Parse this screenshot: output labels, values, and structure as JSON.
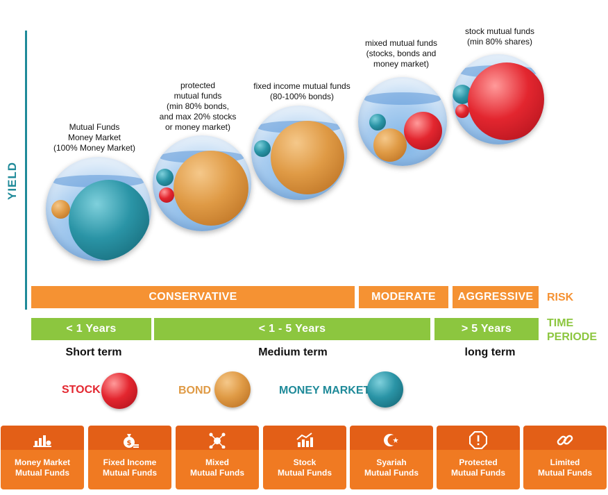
{
  "axis": {
    "y_label": "YIELD"
  },
  "funds": [
    {
      "id": "money-market",
      "label": [
        "Mutual Funds",
        "Money Market",
        "(100% Money Market)"
      ]
    },
    {
      "id": "protected",
      "label": [
        "protected",
        "mutual funds",
        "(min 80% bonds,",
        "and max 20% stocks",
        "or money market)"
      ]
    },
    {
      "id": "fixed-income",
      "label": [
        "fixed income mutual funds",
        "(80-100% bonds)"
      ]
    },
    {
      "id": "mixed",
      "label": [
        "mixed mutual funds",
        "(stocks, bonds and",
        "money market)"
      ]
    },
    {
      "id": "stock",
      "label": [
        "stock mutual funds",
        "(min 80% shares)"
      ]
    }
  ],
  "risk": {
    "label": "RISK",
    "segments": [
      "CONSERVATIVE",
      "MODERATE",
      "AGGRESSIVE"
    ]
  },
  "time": {
    "label_line1": "TIME",
    "label_line2": "PERIODE",
    "segments": [
      "< 1 Years",
      "< 1 - 5 Years",
      "> 5 Years"
    ],
    "terms": [
      "Short term",
      "Medium term",
      "long term"
    ]
  },
  "legend": [
    {
      "label": "STOCK",
      "color": "#e3262f"
    },
    {
      "label": "BOND",
      "color": "#df9a45"
    },
    {
      "label": "MONEY MARKET",
      "color": "#1f8a99"
    }
  ],
  "colors": {
    "teal": "#1f8a99",
    "orange_band": "#f59233",
    "green_band": "#8cc63f",
    "tile": "#e35f17"
  },
  "tiles": [
    {
      "icon": "bar-chart-coins-icon",
      "line1": "Money Market",
      "line2": "Mutual Funds"
    },
    {
      "icon": "money-bag-icon",
      "line1": "Fixed Income",
      "line2": "Mutual Funds"
    },
    {
      "icon": "network-icon",
      "line1": "Mixed",
      "line2": "Mutual Funds"
    },
    {
      "icon": "growth-chart-icon",
      "line1": "Stock",
      "line2": "Mutual Funds"
    },
    {
      "icon": "crescent-star-icon",
      "line1": "Syariah",
      "line2": "Mutual Funds"
    },
    {
      "icon": "shield-alert-icon",
      "line1": "Protected",
      "line2": "Mutual Funds"
    },
    {
      "icon": "link-icon",
      "line1": "Limited",
      "line2": "Mutual Funds"
    }
  ]
}
